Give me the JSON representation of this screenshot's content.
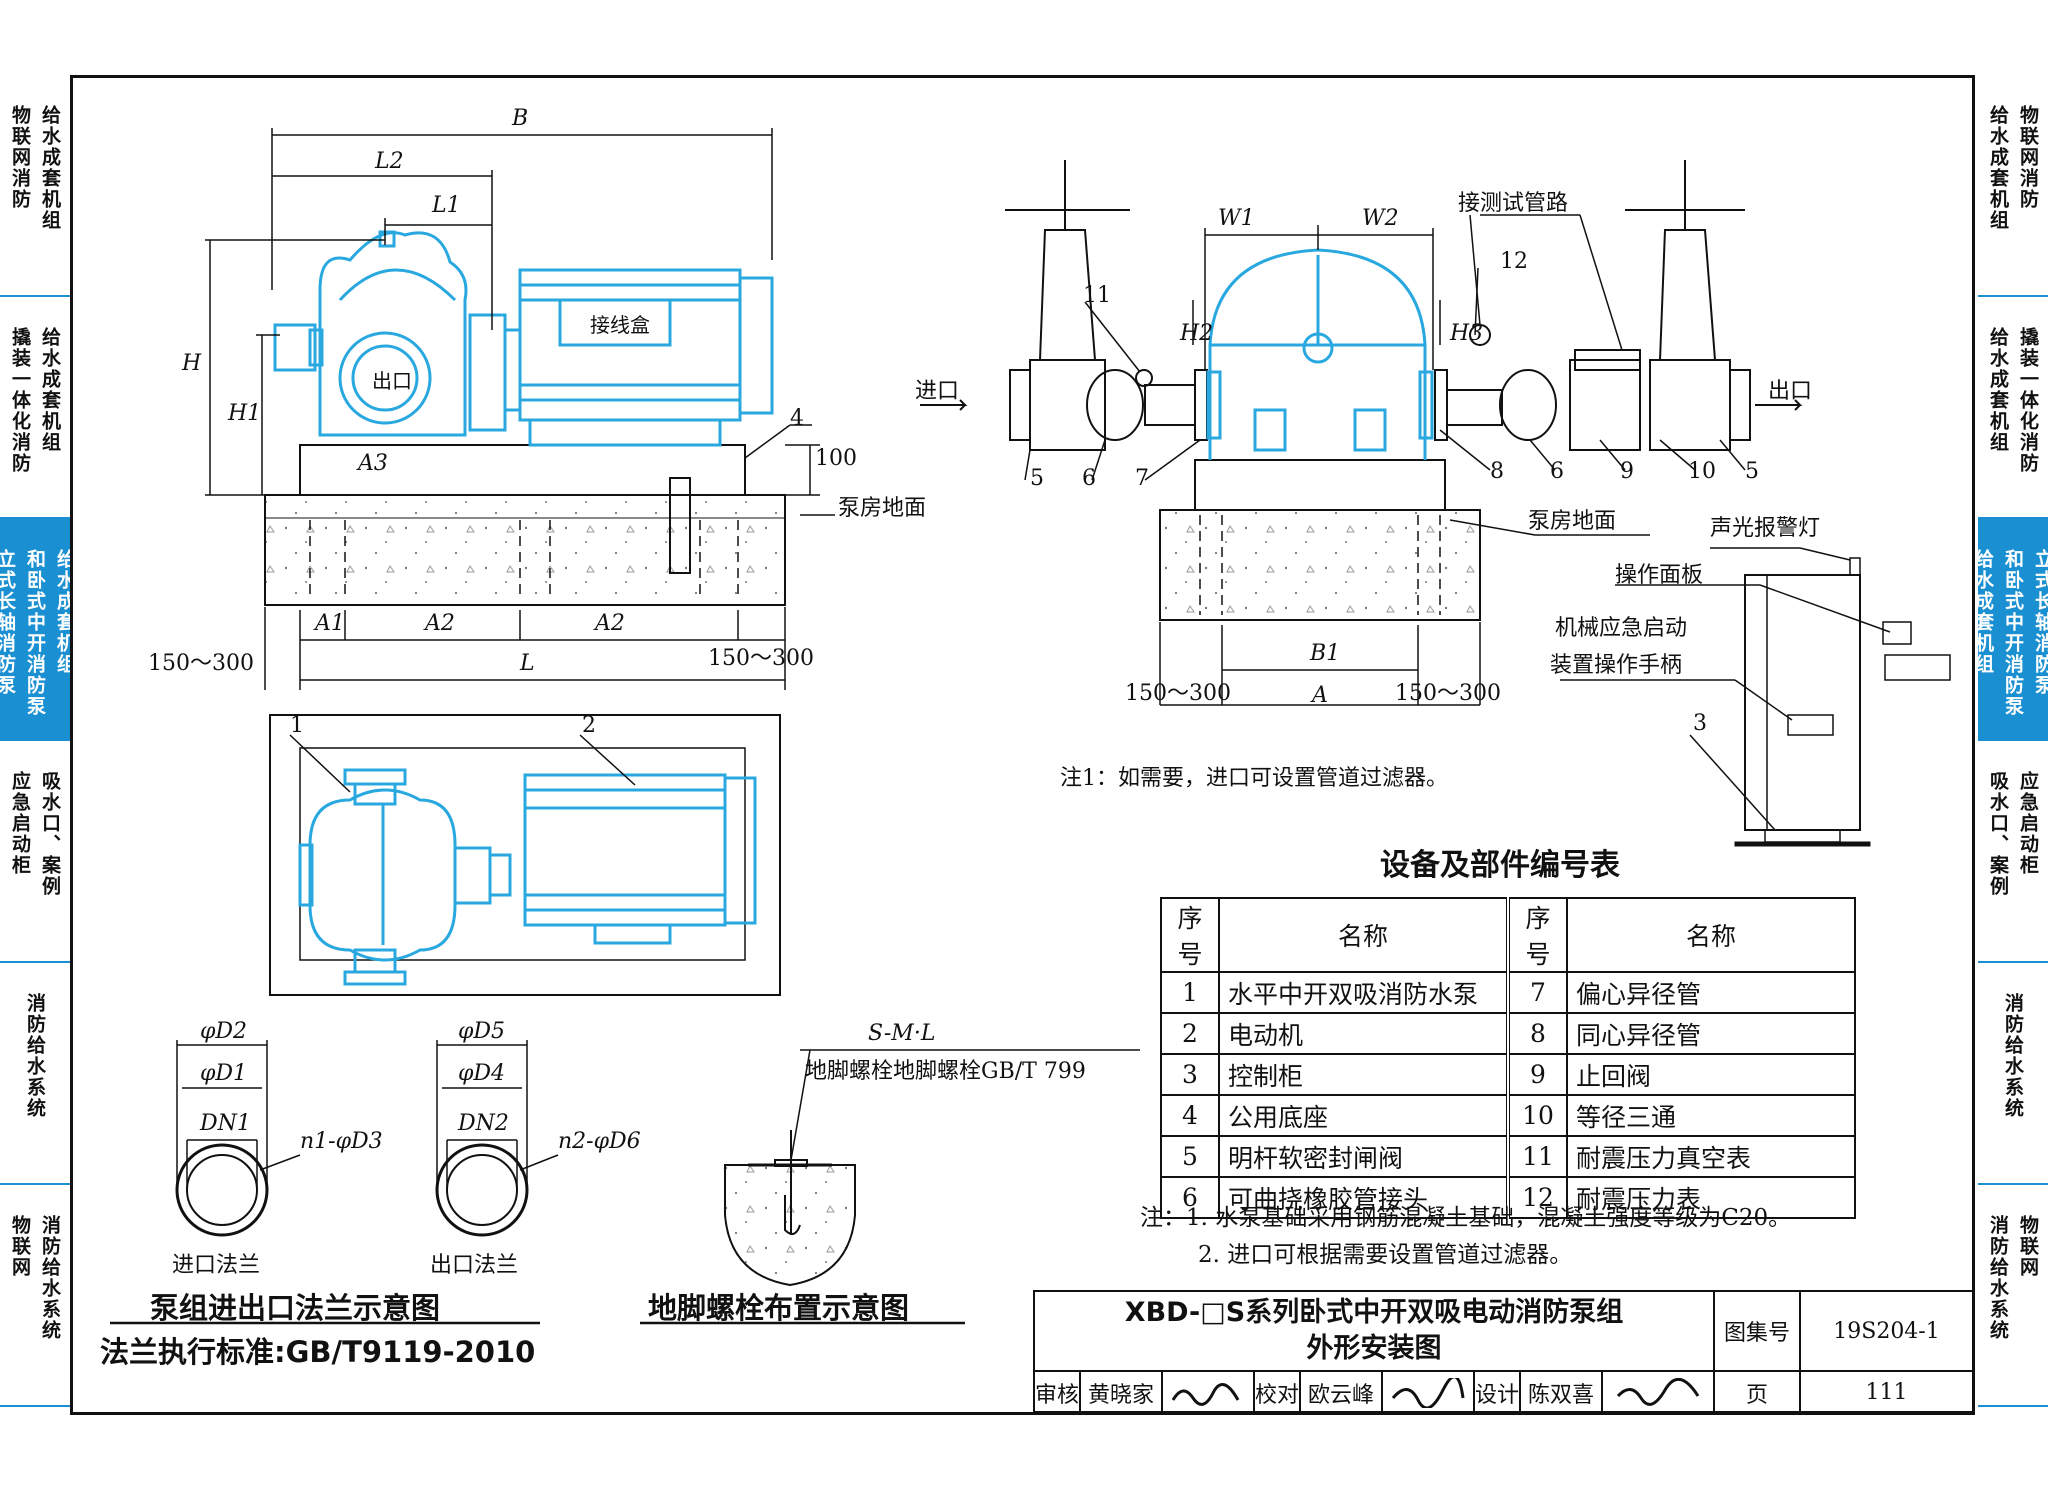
{
  "side_tabs_left": [
    {
      "cols": [
        "物联网消防",
        "给水成套机组"
      ],
      "active": false
    },
    {
      "cols": [
        "撬装一体化消防",
        "给水成套机组"
      ],
      "active": false
    },
    {
      "cols": [
        "立式长轴消防泵",
        "和卧式中开消防泵",
        "给水成套机组"
      ],
      "active": true
    },
    {
      "cols": [
        "应急启动柜",
        "吸水口、案例"
      ],
      "active": false
    },
    {
      "cols": [
        "消防给水系统"
      ],
      "active": false
    },
    {
      "cols": [
        "物联网",
        "消防给水系统"
      ],
      "active": false
    }
  ],
  "side_tabs_right": [
    {
      "cols": [
        "给水成套机组",
        "物联网消防"
      ],
      "active": false
    },
    {
      "cols": [
        "给水成套机组",
        "撬装一体化消防"
      ],
      "active": false
    },
    {
      "cols": [
        "给水成套机组",
        "和卧式中开消防泵",
        "立式长轴消防泵"
      ],
      "active": true
    },
    {
      "cols": [
        "吸水口、案例",
        "应急启动柜"
      ],
      "active": false
    },
    {
      "cols": [
        "消防给水系统"
      ],
      "active": false
    },
    {
      "cols": [
        "消防给水系统",
        "物联网"
      ],
      "active": false
    }
  ],
  "front_view": {
    "dim_B": "B",
    "dim_L2": "L2",
    "dim_L1": "L1",
    "dim_H": "H",
    "dim_H1": "H1",
    "dim_A3": "A3",
    "dim_100": "100",
    "dim_A1": "A1",
    "dim_A2a": "A2",
    "dim_A2b": "A2",
    "dim_L": "L",
    "range_left": "150～300",
    "range_right": "150～300",
    "junction_box": "接线盒",
    "outlet": "出口",
    "floor": "泵房地面",
    "callout_4": "4"
  },
  "side_view": {
    "dim_W1": "W1",
    "dim_W2": "W2",
    "dim_H2": "H2",
    "dim_H3": "H3",
    "test_pipe": "接测试管路",
    "inlet": "进口",
    "outlet": "出口",
    "floor": "泵房地面",
    "dim_B1": "B1",
    "dim_A": "A",
    "range_left": "150～300",
    "range_right": "150～300",
    "note": "注1：如需要，进口可设置管道过滤器。",
    "callouts": [
      "5",
      "6",
      "7",
      "8",
      "6",
      "9",
      "10",
      "5",
      "11",
      "12"
    ]
  },
  "cabinet": {
    "alarm_light": "声光报警灯",
    "panel": "操作面板",
    "handle_line1": "机械应急启动",
    "handle_line2": "装置操作手柄",
    "callout_3": "3"
  },
  "plan_view": {
    "callout_1": "1",
    "callout_2": "2"
  },
  "flanges": {
    "inlet": {
      "D2": "φD2",
      "D1": "φD1",
      "DN1": "DN1",
      "holes": "n1-φD3",
      "caption": "进口法兰"
    },
    "outlet": {
      "D5": "φD5",
      "D4": "φD4",
      "DN2": "DN2",
      "holes": "n2-φD6",
      "caption": "出口法兰"
    },
    "title": "泵组进出口法兰示意图",
    "standard": "法兰执行标准:GB/T9119-2010"
  },
  "bolt": {
    "formula": "S-M·L",
    "standard": "地脚螺栓地脚螺栓GB/T 799",
    "title": "地脚螺栓布置示意图"
  },
  "parts_table": {
    "title": "设备及部件编号表",
    "header": [
      "序号",
      "名称",
      "序号",
      "名称"
    ],
    "rows": [
      [
        "1",
        "水平中开双吸消防水泵",
        "7",
        "偏心异径管"
      ],
      [
        "2",
        "电动机",
        "8",
        "同心异径管"
      ],
      [
        "3",
        "控制柜",
        "9",
        "止回阀"
      ],
      [
        "4",
        "公用底座",
        "10",
        "等径三通"
      ],
      [
        "5",
        "明杆软密封闸阀",
        "11",
        "耐震压力真空表"
      ],
      [
        "6",
        "可曲挠橡胶管接头",
        "12",
        "耐震压力表"
      ]
    ]
  },
  "notes": {
    "line1": "注：1. 水泵基础采用钢筋混凝土基础，混凝土强度等级为C20。",
    "line2": "2. 进口可根据需要设置管道过滤器。"
  },
  "title_block": {
    "title_line1": "XBD-□S系列卧式中开双吸电动消防泵组",
    "title_line2": "外形安装图",
    "atlas_label": "图集号",
    "atlas_no": "19S204-1",
    "review_label": "审核",
    "reviewer": "黄晓家",
    "check_label": "校对",
    "checker": "欧云峰",
    "design_label": "设计",
    "designer": "陈双喜",
    "page_label": "页",
    "page_no": "111"
  },
  "colors": {
    "accent": "#1a8fd1",
    "equipment": "#29a8e0",
    "line": "#111111"
  }
}
